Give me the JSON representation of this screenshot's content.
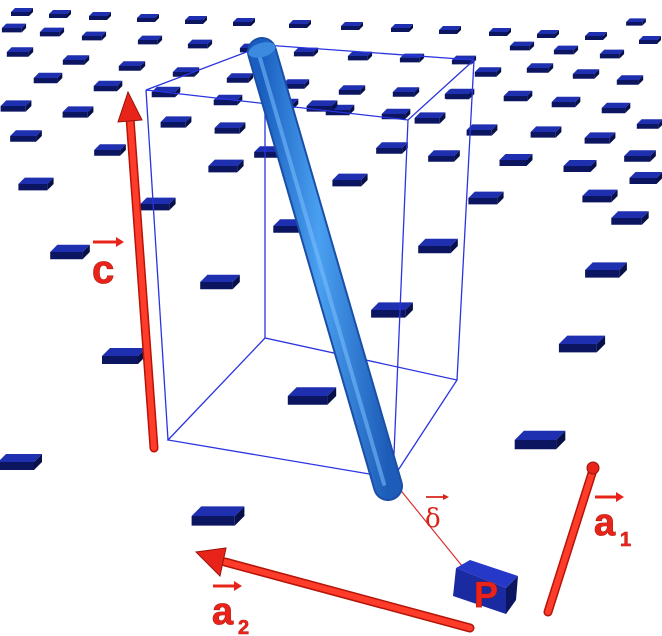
{
  "labels": {
    "c": "c",
    "a1": "a",
    "a1_sub": "1",
    "a2": "a",
    "a2_sub": "2",
    "delta": "δ",
    "point": "P"
  },
  "colors": {
    "vector": "#e8241a",
    "lattice_top": "#1e2fb0",
    "lattice_side": "#0c1560",
    "cell_edges": "#2a34e0",
    "cylinder": "#2f86e0",
    "offset_line": "#d83030",
    "background": "#ffffff"
  },
  "icons": {
    "arrow": "arrow-head",
    "cylinder": "rod"
  }
}
